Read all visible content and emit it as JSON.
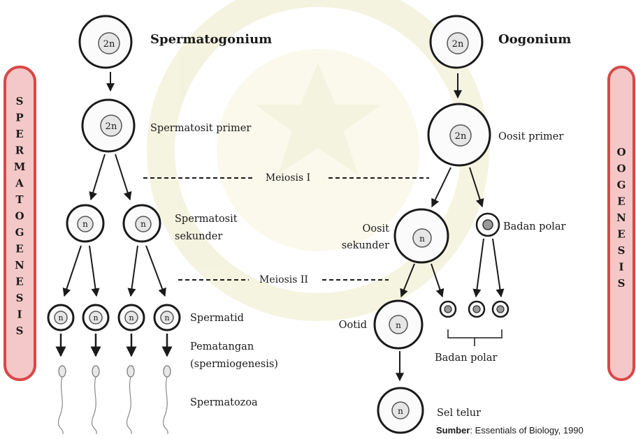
{
  "colors": {
    "banner_fill": "#f4c8c8",
    "banner_stroke": "#d94848",
    "watermark": "#ecebc6",
    "ink": "#1a1a1a"
  },
  "spermatogenesis": {
    "side_label": "SPERMATOGENESIS",
    "spermatogonium": {
      "title": "Spermatogonium",
      "ploidy": "2n"
    },
    "primary": {
      "title": "Spermatosit primer",
      "ploidy": "2n"
    },
    "secondary": {
      "title_line1": "Spermatosit",
      "title_line2": "sekunder",
      "ploidy": "n"
    },
    "spermatid": {
      "title": "Spermatid",
      "ploidy": "n"
    },
    "maturation": {
      "line1": "Pematangan",
      "line2": "(spermiogenesis)"
    },
    "spermatozoa": {
      "title": "Spermatozoa"
    }
  },
  "meiosis": {
    "first": "Meiosis I",
    "second": "Meiosis II"
  },
  "oogenesis": {
    "side_label": "OOGENESIS",
    "oogonium": {
      "title": "Oogonium",
      "ploidy": "2n"
    },
    "primary": {
      "title": "Oosit primer",
      "ploidy": "2n"
    },
    "secondary": {
      "title_line1": "Oosit",
      "title_line2": "sekunder",
      "ploidy": "n"
    },
    "polar_body": {
      "title": "Badan polar"
    },
    "ootid": {
      "title": "Ootid",
      "ploidy": "n"
    },
    "polar_bodies": {
      "title": "Badan polar"
    },
    "egg": {
      "title": "Sel telur",
      "ploidy": "n"
    }
  },
  "source": {
    "label": "Sumber",
    "text": ": Essentials of Biology, 1990"
  }
}
